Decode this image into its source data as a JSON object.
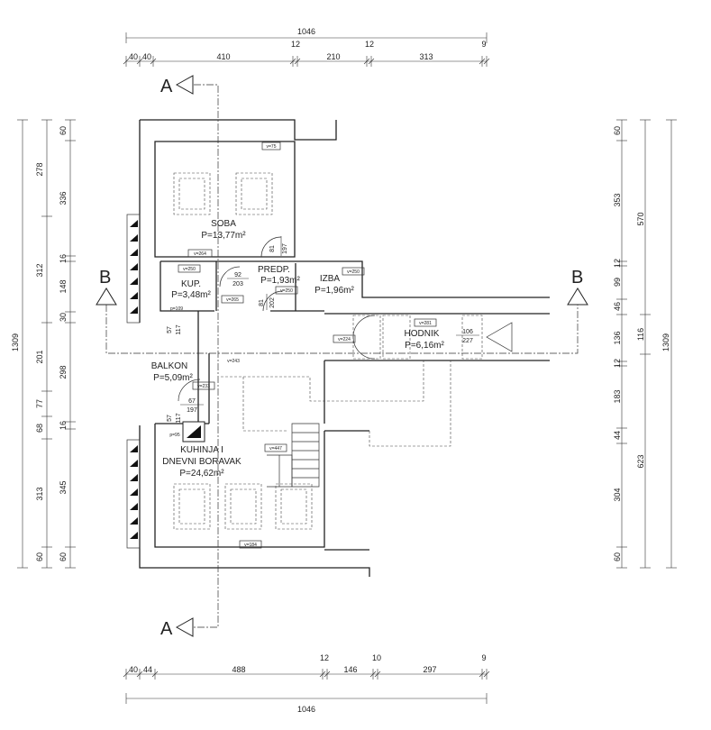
{
  "dimensions": {
    "top_total": "1046",
    "top_segments": [
      "40",
      "40",
      "410",
      "12",
      "210",
      "12",
      "313",
      "9"
    ],
    "bottom_total": "1046",
    "bottom_segments": [
      "40",
      "44",
      "488",
      "12",
      "146",
      "10",
      "297",
      "9"
    ],
    "left_outer_total": "1309",
    "left_outer": [
      "278",
      "312",
      "201",
      "77",
      "68",
      "313",
      "60"
    ],
    "left_inner": [
      "60",
      "336",
      "16",
      "148",
      "30",
      "298",
      "16",
      "345",
      "60"
    ],
    "right_outer_total": "1309",
    "right_outer": [
      "570",
      "116",
      "623"
    ],
    "right_inner": [
      "60",
      "353",
      "12",
      "99",
      "46",
      "136",
      "12",
      "183",
      "44",
      "304",
      "60"
    ]
  },
  "section_marks": {
    "a": "A",
    "b": "B"
  },
  "rooms": {
    "soba": {
      "name": "SOBA",
      "area": "P=13,77m²"
    },
    "kup": {
      "name": "KUP.",
      "area": "P=3,48m²"
    },
    "predp": {
      "name": "PREDP.",
      "area": "P=1,93m²"
    },
    "izba": {
      "name": "IZBA",
      "area": "P=1,96m²"
    },
    "hodnik": {
      "name": "HODNIK",
      "area": "P=6,16m²"
    },
    "balkon": {
      "name": "BALKON",
      "area": "P=5,09m²"
    },
    "kuhinja": {
      "name1": "KUHINJA I",
      "name2": "DNEVNI BORAVAK",
      "area": "P=24,62m²"
    }
  },
  "door_dims": {
    "d1": [
      "81",
      "197"
    ],
    "d2": [
      "92",
      "203"
    ],
    "d3": [
      "81",
      "202"
    ],
    "d4": [
      "106",
      "227"
    ],
    "d5": [
      "67",
      "197"
    ],
    "d6": [
      "57",
      "117"
    ],
    "d7": [
      "57",
      "117"
    ]
  },
  "height_tags": {
    "t1": "v=75",
    "t2": "v=264",
    "t3": "v=250",
    "t4": "v=265",
    "t5": "v=250",
    "t6": "v=250",
    "t7": "p=109",
    "t8": "v=281",
    "t9": "v=224",
    "t10": "v=243",
    "t11": "v=233",
    "t12": "p=95",
    "t13": "v=447",
    "t14": "v=184"
  }
}
